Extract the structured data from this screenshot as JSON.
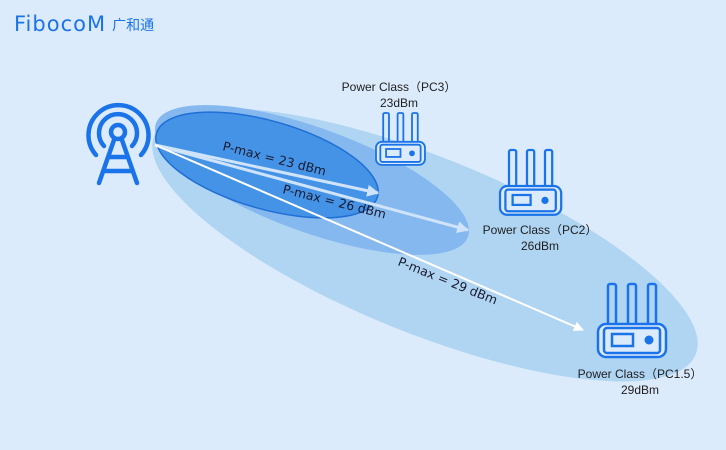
{
  "logo": {
    "brand": "Fibocom",
    "brand_display": "FibocoM",
    "chinese": "广和通",
    "color": "#1a73e8"
  },
  "colors": {
    "background": "#dcebfc",
    "outer_beam": "#b0d5f3",
    "middle_beam": "#84b8ee",
    "inner_beam": "#4593e6",
    "inner_beam_border": "#1f6fd6",
    "icon": "#1a73e8",
    "arrow": "#ffffff"
  },
  "tower": {
    "icon": "cell-tower-icon"
  },
  "beams": [
    {
      "name": "pc3",
      "pmax_label": "P-max = 23 dBm"
    },
    {
      "name": "pc2",
      "pmax_label": "P-max = 26 dBm"
    },
    {
      "name": "pc15",
      "pmax_label": "P-max = 29 dBm"
    }
  ],
  "devices": [
    {
      "icon": "router-icon",
      "class_label": "Power Class（PC3）",
      "power": "23dBm"
    },
    {
      "icon": "router-icon",
      "class_label": "Power Class（PC2）",
      "power": "26dBm"
    },
    {
      "icon": "router-icon",
      "class_label": "Power Class（PC1.5）",
      "power": "29dBm"
    }
  ]
}
